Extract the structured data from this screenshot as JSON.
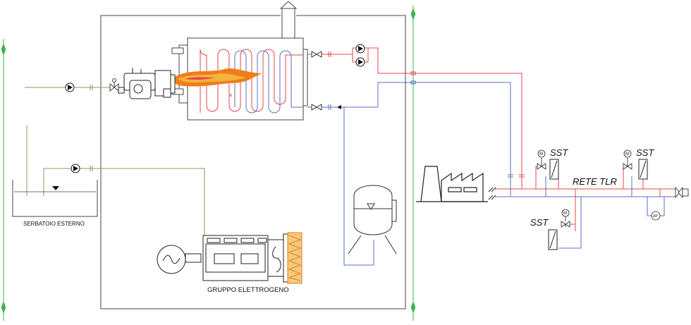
{
  "labels": {
    "tank": "SERBATOIO ESTERNO",
    "generator": "GRUPPO ELETTROGENO",
    "network": "RETE TLR",
    "sst_top_left": "SST",
    "sst_top_right": "SST",
    "sst_bottom": "SST",
    "motor_symbol": "M",
    "dp_symbol": "ΔP",
    "boiler_mark": "II"
  },
  "colors": {
    "supply": "#e8444c",
    "return": "#5a6fc0",
    "fuel": "#8a9a5b",
    "boundary": "#3cb44b",
    "building": "#444444",
    "flame": "#f07d1a"
  }
}
